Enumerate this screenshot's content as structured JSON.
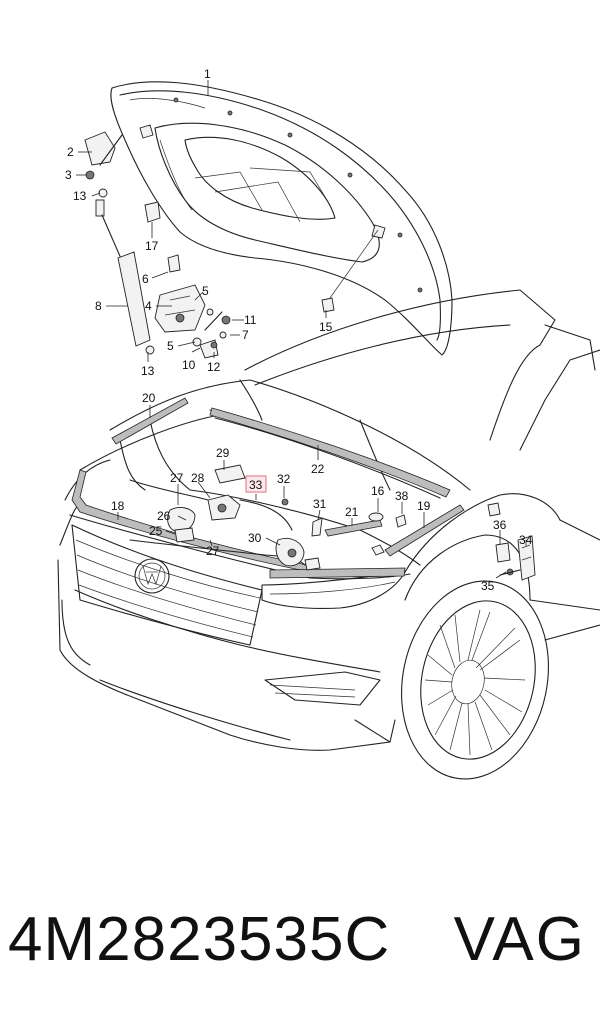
{
  "diagram": {
    "callouts": [
      {
        "id": "c1",
        "label": "1"
      },
      {
        "id": "c2",
        "label": "2"
      },
      {
        "id": "c3",
        "label": "3"
      },
      {
        "id": "c13a",
        "label": "13"
      },
      {
        "id": "c17",
        "label": "17"
      },
      {
        "id": "c6",
        "label": "6"
      },
      {
        "id": "c5a",
        "label": "5"
      },
      {
        "id": "c8",
        "label": "8"
      },
      {
        "id": "c4",
        "label": "4"
      },
      {
        "id": "c11",
        "label": "11"
      },
      {
        "id": "c7",
        "label": "7"
      },
      {
        "id": "c5b",
        "label": "5"
      },
      {
        "id": "c10",
        "label": "10"
      },
      {
        "id": "c12",
        "label": "12"
      },
      {
        "id": "c13b",
        "label": "13"
      },
      {
        "id": "c15",
        "label": "15"
      },
      {
        "id": "c20",
        "label": "20"
      },
      {
        "id": "c22",
        "label": "22"
      },
      {
        "id": "c29",
        "label": "29"
      },
      {
        "id": "c33",
        "label": "33"
      },
      {
        "id": "c32",
        "label": "32"
      },
      {
        "id": "c27a",
        "label": "27"
      },
      {
        "id": "c28",
        "label": "28"
      },
      {
        "id": "c16",
        "label": "16"
      },
      {
        "id": "c38",
        "label": "38"
      },
      {
        "id": "c18",
        "label": "18"
      },
      {
        "id": "c31",
        "label": "31"
      },
      {
        "id": "c21",
        "label": "21"
      },
      {
        "id": "c19",
        "label": "19"
      },
      {
        "id": "c26",
        "label": "26"
      },
      {
        "id": "c25",
        "label": "25"
      },
      {
        "id": "c30",
        "label": "30"
      },
      {
        "id": "c27b",
        "label": "27"
      },
      {
        "id": "c36",
        "label": "36"
      },
      {
        "id": "c34",
        "label": "34"
      },
      {
        "id": "c35",
        "label": "35"
      }
    ],
    "highlighted_callout": "33",
    "highlight_color": "#e06b83"
  },
  "footer": {
    "part_number": "4M2823535C",
    "brand": "VAG"
  }
}
